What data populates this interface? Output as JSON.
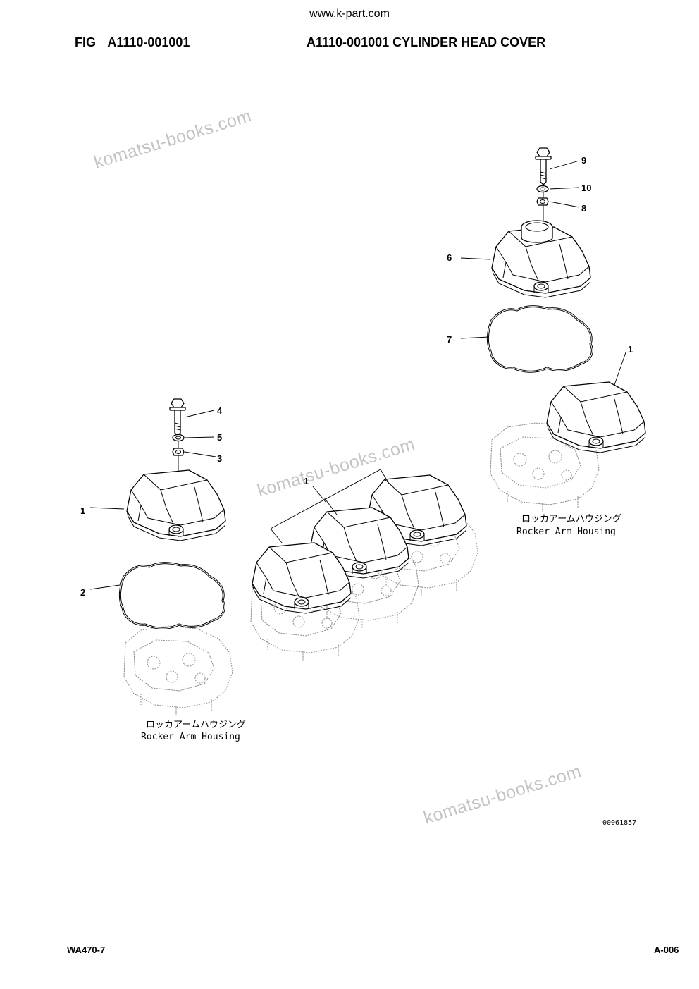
{
  "header": {
    "site": "www.k-part.com",
    "fig_label": "FIG A1110-001001",
    "fig_title": "A1110-001001 CYLINDER HEAD COVER"
  },
  "footer": {
    "model": "WA470-7",
    "page": "A-006"
  },
  "watermarks": [
    "komatsu-books.com",
    "komatsu-books.com",
    "komatsu-books.com"
  ],
  "drawing_id": "00061857",
  "housing_label": {
    "jp": "ロッカアームハウジング",
    "en": "Rocker Arm Housing"
  },
  "callouts": {
    "c1_left": "1",
    "c2": "2",
    "c3": "3",
    "c4": "4",
    "c5": "5",
    "c1_middle": "1",
    "c1_right": "1",
    "c6": "6",
    "c7": "7",
    "c8": "8",
    "c9": "9",
    "c10": "10"
  }
}
